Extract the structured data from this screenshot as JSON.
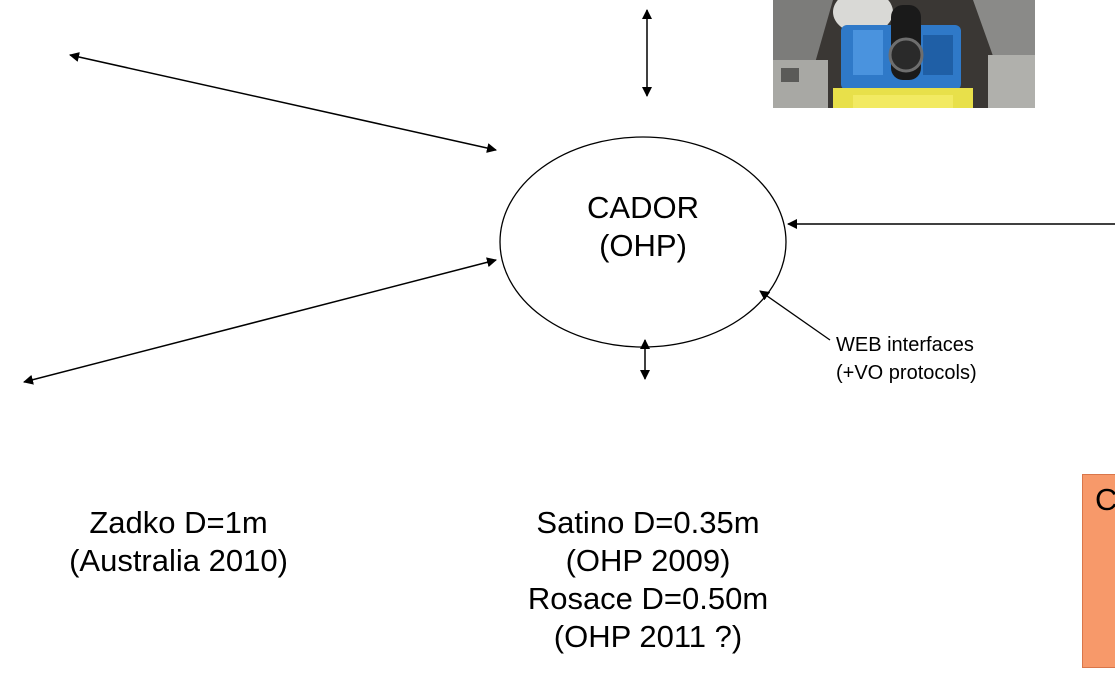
{
  "center": {
    "line1": "CADOR",
    "line2": "(OHP)"
  },
  "zadko": {
    "line1": "Zadko D=1m",
    "line2": "(Australia 2010)"
  },
  "satino": {
    "line1": "Satino D=0.35m",
    "line2": "(OHP 2009)",
    "line3": "Rosace D=0.50m",
    "line4": "(OHP 2011 ?)"
  },
  "web": {
    "line1": "WEB interfaces",
    "line2": "(+VO protocols)"
  },
  "box": {
    "text": "C",
    "color": "#f7996a"
  }
}
